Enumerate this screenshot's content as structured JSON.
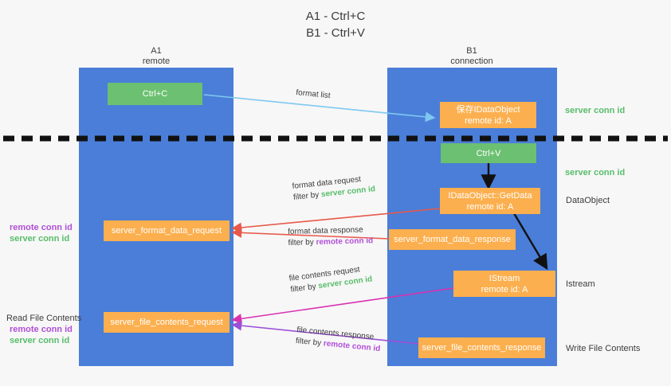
{
  "title": {
    "line1": "A1 - Ctrl+C",
    "line2": "B1 - Ctrl+V"
  },
  "colors": {
    "lane": "#4a7ed8",
    "green_box": "#6cc071",
    "orange_box": "#fcaf4e",
    "server_conn_id": "#57bd6a",
    "remote_conn_id": "#b14fd8",
    "arrow_red": "#e8584a",
    "arrow_magenta": "#d831b0",
    "arrow_purple": "#9b4fd8",
    "arrow_lightblue": "#7ec8ef",
    "arrow_black": "#111111",
    "background": "#f7f7f7"
  },
  "lanes": [
    {
      "name": "A1",
      "sub": "remote"
    },
    {
      "name": "B1",
      "sub": "connection"
    }
  ],
  "boxes": [
    {
      "id": "ctrl-c",
      "line1": "Ctrl+C",
      "line2": "",
      "color": "green"
    },
    {
      "id": "save-idataobject",
      "line1": "保存IDataObject",
      "line2": "remote id: A",
      "color": "orange"
    },
    {
      "id": "ctrl-v",
      "line1": "Ctrl+V",
      "line2": "",
      "color": "green"
    },
    {
      "id": "idataobject-getdata",
      "line1": "IDataObject::GetData",
      "line2": "remote id: A",
      "color": "orange"
    },
    {
      "id": "server-format-data-request",
      "line1": "server_format_data_request",
      "line2": "",
      "color": "orange"
    },
    {
      "id": "server-format-data-response",
      "line1": "server_format_data_response",
      "line2": "",
      "color": "orange"
    },
    {
      "id": "istream",
      "line1": "IStream",
      "line2": "remote id: A",
      "color": "orange"
    },
    {
      "id": "server-file-contents-request",
      "line1": "server_file_contents_request",
      "line2": "",
      "color": "orange"
    },
    {
      "id": "server-file-contents-response",
      "line1": "server_file_contents_response",
      "line2": "",
      "color": "orange"
    }
  ],
  "edge_labels": [
    {
      "id": "format-list",
      "line1": "format list",
      "line2": "",
      "line2_accent": ""
    },
    {
      "id": "format-data-request",
      "line1": "format data request",
      "line2": "filter by ",
      "line2_accent": "server conn id"
    },
    {
      "id": "format-data-response",
      "line1": "format data response",
      "line2": "filter by ",
      "line2_accent": "remote conn id"
    },
    {
      "id": "file-contents-request",
      "line1": "file contents request",
      "line2": "filter by ",
      "line2_accent": "server conn id"
    },
    {
      "id": "file-contents-response",
      "line1": "file contents response",
      "line2": "filter by ",
      "line2_accent": "remote conn id"
    }
  ],
  "right_labels": [
    {
      "id": "server-conn-id-top",
      "text": "server conn id",
      "accent": "green"
    },
    {
      "id": "server-conn-id-mid",
      "text": "server conn id",
      "accent": "green"
    },
    {
      "id": "dataobject",
      "text": "DataObject",
      "accent": "plain"
    },
    {
      "id": "istream-label",
      "text": "Istream",
      "accent": "plain"
    },
    {
      "id": "write-file-contents",
      "text": "Write File Contents",
      "accent": "plain"
    }
  ],
  "left_labels": [
    {
      "id": "conn-ids-upper",
      "plain": "",
      "purple": "remote conn id",
      "green": "server conn id"
    },
    {
      "id": "read-file-contents",
      "plain": "Read File Contents",
      "purple": "remote conn id",
      "green": "server conn id"
    }
  ]
}
